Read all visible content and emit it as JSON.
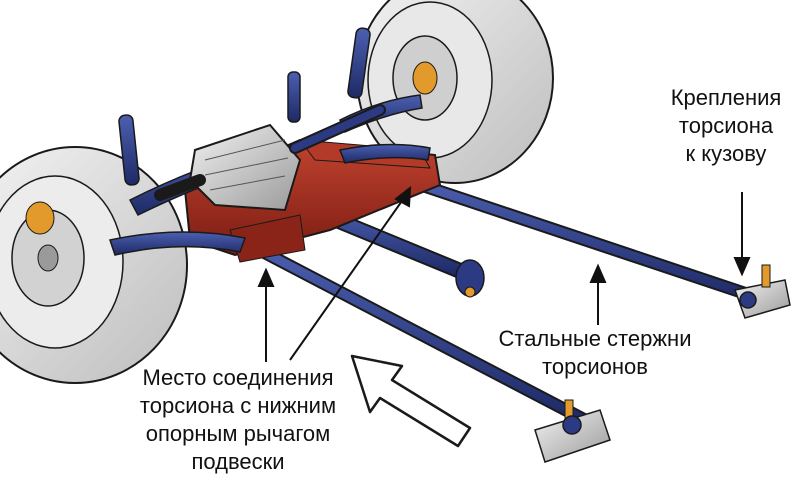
{
  "labels": {
    "mount_line1": "Крепления",
    "mount_line2": "торсиона",
    "mount_line3": "к кузову",
    "rods_line1": "Стальные стержни",
    "rods_line2": "торсионов",
    "joint_line1": "Место соединения",
    "joint_line2": "торсиона с нижним",
    "joint_line3": "опорным рычагом",
    "joint_line4": "подвески"
  },
  "colors": {
    "suspension_blue": "#2b3a82",
    "subframe_red": "#9c2a1e",
    "tire_gray": "#dcdcdc",
    "outline": "#1a1a1a",
    "accent_orange": "#e39a2d"
  },
  "icons": {
    "direction_arrow": "outline-arrow-icon",
    "pointer": "pointer-arrow-icon"
  }
}
